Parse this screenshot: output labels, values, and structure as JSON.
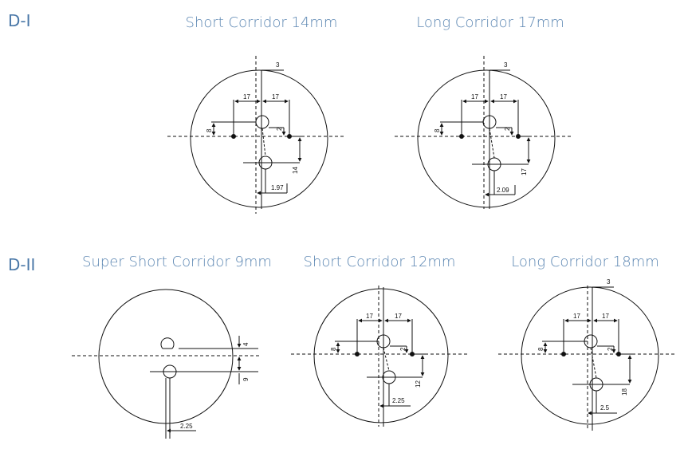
{
  "sections": {
    "d1": {
      "label": "D-I"
    },
    "d2": {
      "label": "D-II"
    }
  },
  "diagrams": {
    "d1_short": {
      "title": "Short Corridor 14mm",
      "dims": {
        "top": "3",
        "left": "17",
        "right": "17",
        "vertical_left": "8",
        "small": "2",
        "vertical_right": "14",
        "bottom": "1.97"
      }
    },
    "d1_long": {
      "title": "Long Corridor 17mm",
      "dims": {
        "top": "3",
        "left": "17",
        "right": "17",
        "vertical_left": "8",
        "small": "2",
        "vertical_right": "17",
        "bottom": "2.09"
      }
    },
    "d2_super": {
      "title": "Super Short Corridor 9mm",
      "dims": {
        "upper": "4",
        "lower": "9",
        "bottom": "2.25"
      }
    },
    "d2_short": {
      "title": "Short Corridor 12mm",
      "dims": {
        "left": "17",
        "right": "17",
        "vertical_left": "8",
        "small": "2",
        "vertical_right": "12",
        "bottom": "2.25"
      }
    },
    "d2_long": {
      "title": "Long Corridor 18mm",
      "dims": {
        "top": "3",
        "left": "17",
        "right": "17",
        "vertical_left": "8",
        "small": "2",
        "vertical_right": "18",
        "bottom": "2.5"
      }
    }
  }
}
